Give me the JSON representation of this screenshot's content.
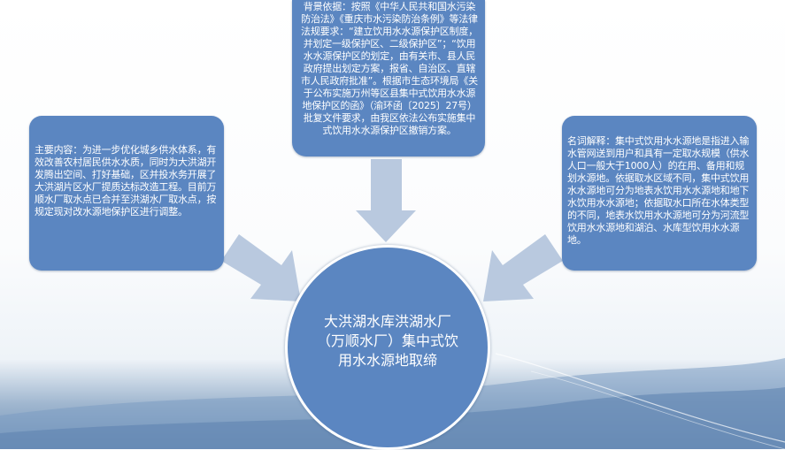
{
  "colors": {
    "box_fill": "#5b86c1",
    "arrow_fill": "#b9c9df",
    "text": "#ffffff"
  },
  "center": {
    "title": "大洪湖水库洪湖水厂（万顺水厂）集中式饮用水水源地取缔"
  },
  "boxes": {
    "left": {
      "text": "主要内容：为进一步优化城乡供水体系，有效改善农村居民供水水质，同时为大洪湖开发腾出空间、打好基础，区并投水务开展了大洪湖片区水厂提质达标改造工程。目前万顺水厂取水点已合并至洪湖水厂取水点，按规定现对改水源地保护区进行调整。"
    },
    "top": {
      "text": "背景依据：按照《中华人民共和国水污染防治法》《重庆市水污染防治条例》等法律法规要求：“建立饮用水水源保护区制度，并划定一级保护区、二级保护区”；“饮用水水源保护区的划定，由有关市、县人民政府提出划定方案，报省、自治区、直辖市人民政府批准”。根据市生态环境局《关于公布实施万州等区县集中式饮用水水源地保护区的函》（渝环函〔2025〕27号）批复文件要求，由我区依法公布实施集中式饮用水水源保护区撤销方案。"
    },
    "right": {
      "text": "名词解释：集中式饮用水水源地是指进入输水管网送到用户和具有一定取水规模（供水人口一般大于1000人）的在用、备用和规划水源地。依据取水区域不同，集中式饮用水水源地可分为地表水饮用水水源地和地下水饮用水水源地；依据取水口所在水体类型的不同，地表水饮用水水源地可分为河流型饮用水水源地和湖泊、水库型饮用水水源地。"
    }
  }
}
